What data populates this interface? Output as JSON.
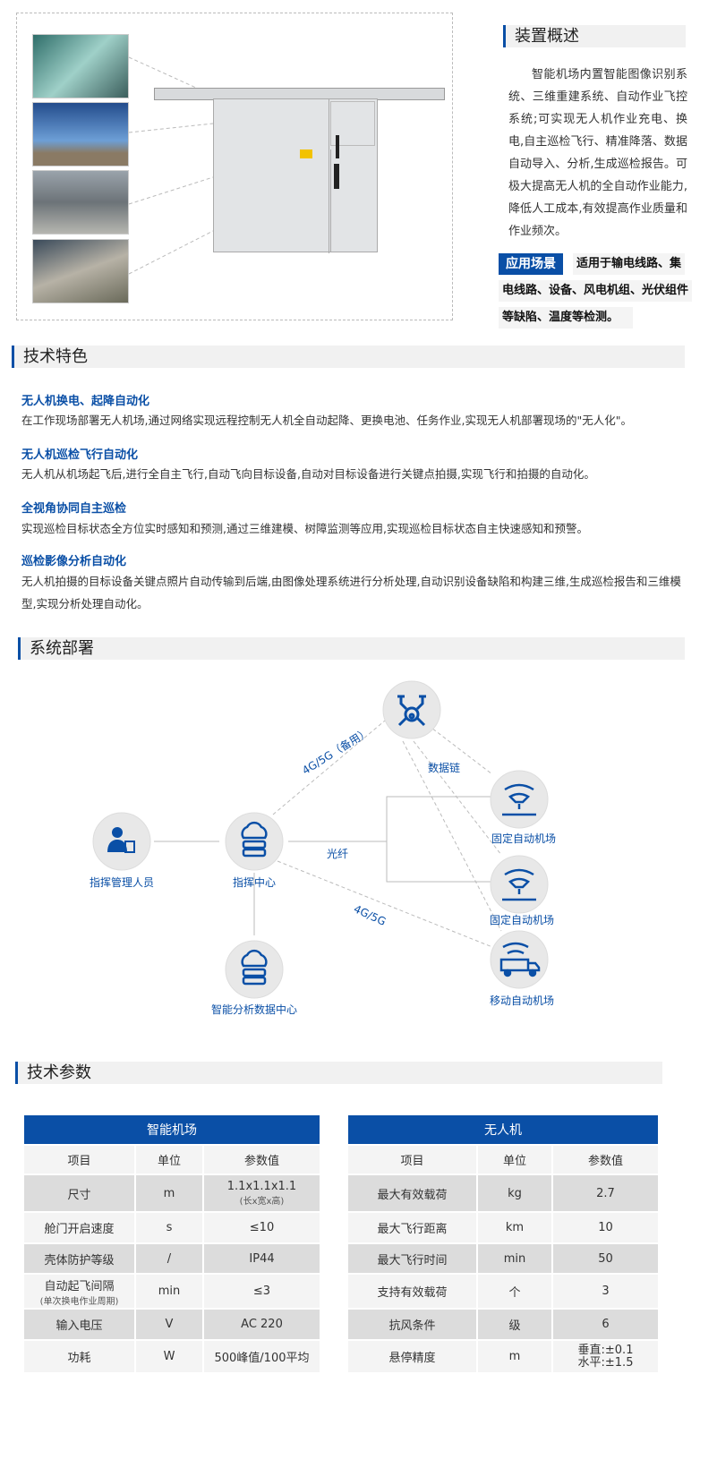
{
  "overview": {
    "heading": "装置概述",
    "paragraph": "智能机场内置智能图像识别系统、三维重建系统、自动作业飞控系统;可实现无人机作业充电、换电,自主巡检飞行、精准降落、数据自动导入、分析,生成巡检报告。可极大提高无人机的全自动作业能力,降低人工成本,有效提高作业质量和作业频次。",
    "app_tag": "应用场景",
    "app_lines": [
      "适用于输电线路、集",
      "电线路、设备、风电机组、光伏组件",
      "等缺陷、温度等检测。"
    ]
  },
  "features": {
    "heading": "技术特色",
    "items": [
      {
        "title": "无人机换电、起降自动化",
        "desc": "在工作现场部署无人机场,通过网络实现远程控制无人机全自动起降、更换电池、任务作业,实现无人机部署现场的\"无人化\"。"
      },
      {
        "title": "无人机巡检飞行自动化",
        "desc": "无人机从机场起飞后,进行全自主飞行,自动飞向目标设备,自动对目标设备进行关键点拍摄,实现飞行和拍摄的自动化。"
      },
      {
        "title": "全视角协同自主巡检",
        "desc": "实现巡检目标状态全方位实时感知和预测,通过三维建模、树障监测等应用,实现巡检目标状态自主快速感知和预警。"
      },
      {
        "title": "巡检影像分析自动化",
        "desc": "无人机拍摄的目标设备关键点照片自动传输到后端,由图像处理系统进行分析处理,自动识别设备缺陷和构建三维,生成巡检报告和三维模型,实现分析处理自动化。"
      }
    ]
  },
  "deploy": {
    "heading": "系统部署",
    "nodes": {
      "operator": "指挥管理人员",
      "center": "指挥中心",
      "analysis": "智能分析数据中心",
      "fixed1": "固定自动机场",
      "fixed2": "固定自动机场",
      "mobile": "移动自动机场"
    },
    "links": {
      "backup": "4G/5G（备用）",
      "datalink": "数据链",
      "fiber": "光纤",
      "g45": "4G/5G"
    }
  },
  "params": {
    "heading": "技术参数",
    "airport": {
      "title": "智能机场",
      "cols": [
        "项目",
        "单位",
        "参数值"
      ],
      "rows": [
        {
          "item": "尺寸",
          "unit": "m",
          "value": "1.1x1.1x1.1",
          "note": "(长x宽x高)"
        },
        {
          "item": "舱门开启速度",
          "unit": "s",
          "value": "≤10"
        },
        {
          "item": "壳体防护等级",
          "unit": "/",
          "value": "IP44"
        },
        {
          "item": "自动起飞间隔",
          "item_note": "(单次换电作业周期)",
          "unit": "min",
          "value": "≤3"
        },
        {
          "item": "输入电压",
          "unit": "V",
          "value": "AC 220"
        },
        {
          "item": "功耗",
          "unit": "W",
          "value": "500峰值/100平均"
        }
      ]
    },
    "drone": {
      "title": "无人机",
      "cols": [
        "项目",
        "单位",
        "参数值"
      ],
      "rows": [
        {
          "item": "最大有效载荷",
          "unit": "kg",
          "value": "2.7"
        },
        {
          "item": "最大飞行距离",
          "unit": "km",
          "value": "10"
        },
        {
          "item": "最大飞行时间",
          "unit": "min",
          "value": "50"
        },
        {
          "item": "支持有效载荷",
          "unit": "个",
          "value": "3"
        },
        {
          "item": "抗风条件",
          "unit": "级",
          "value": "6"
        },
        {
          "item": "悬停精度",
          "unit": "m",
          "value": "垂直:±0.1",
          "value2": "水平:±1.5"
        }
      ]
    }
  },
  "colors": {
    "accent": "#0a4fa6",
    "node_bg": "#e8e8e8"
  }
}
